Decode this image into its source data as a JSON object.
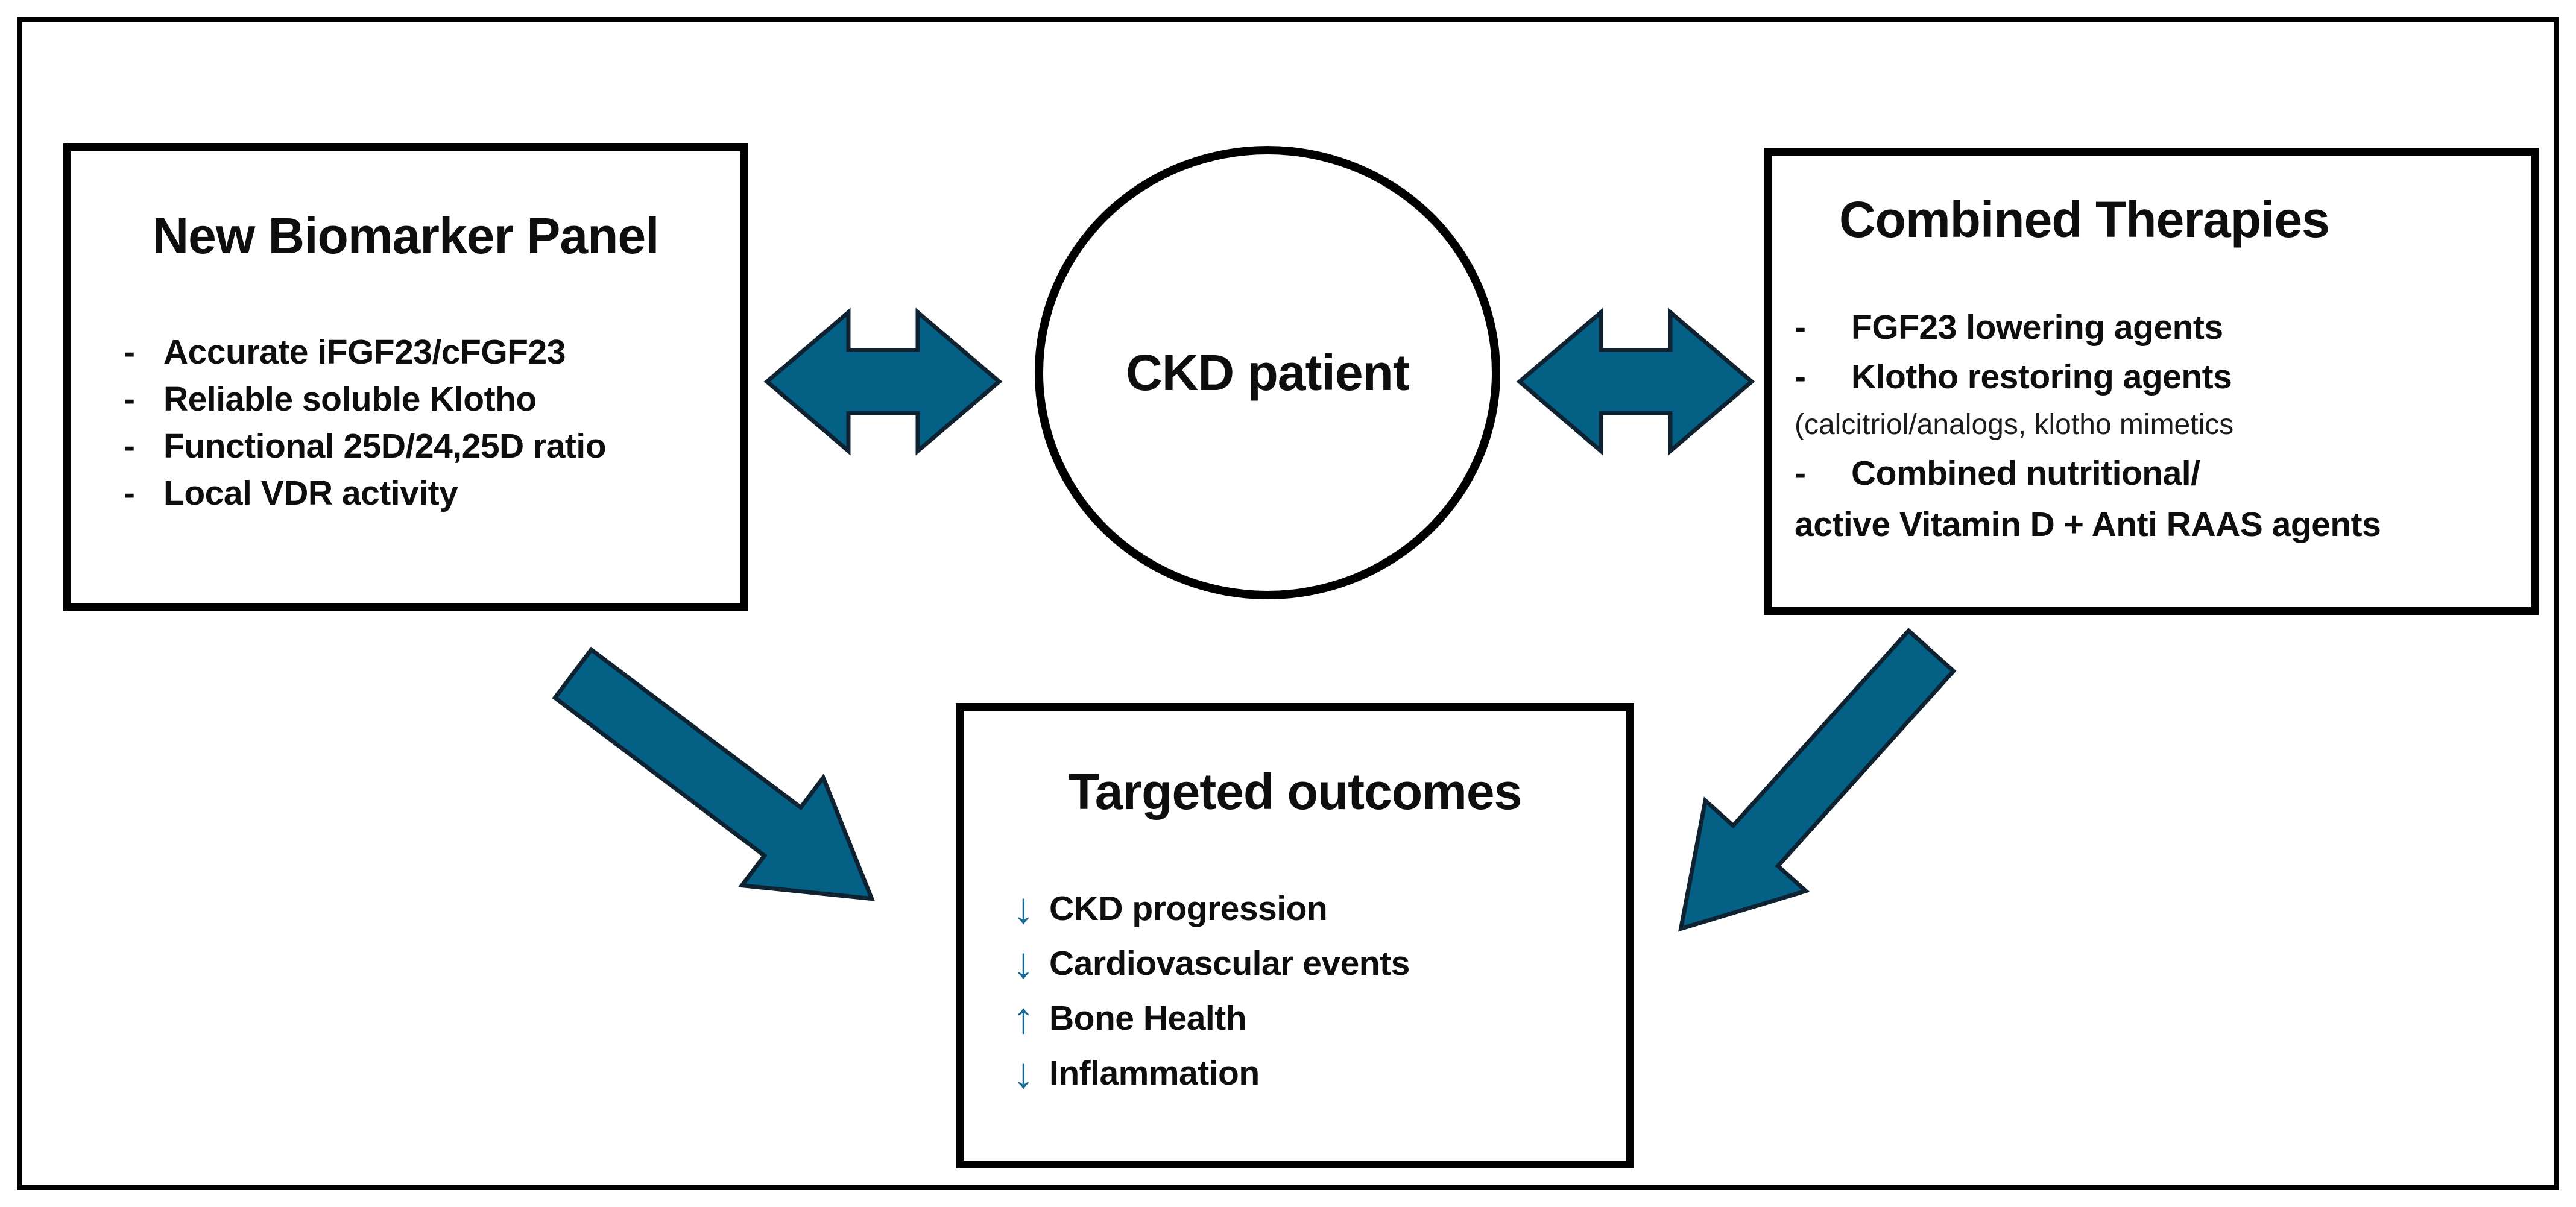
{
  "figure": {
    "biomarker_panel": {
      "title": "New Biomarker Panel",
      "bullet_char": "-",
      "items": [
        "Accurate iFGF23/cFGF23",
        "Reliable soluble Klotho",
        "Functional 25D/24,25D ratio",
        "Local VDR activity"
      ]
    },
    "patient": {
      "label": "CKD patient"
    },
    "combined_therapies": {
      "title": "Combined Therapies",
      "bullet_char": "-",
      "item1": "FGF23 lowering agents",
      "item2": "Klotho restoring agents",
      "item2_sub": "(calcitriol/analogs, klotho mimetics",
      "item3_line1": "Combined nutritional/",
      "item3_line2": "active Vitamin D + Anti RAAS agents"
    },
    "targeted_outcomes": {
      "title": "Targeted outcomes",
      "items": [
        {
          "arrow": "↓",
          "direction": "down",
          "label": "CKD progression"
        },
        {
          "arrow": "↓",
          "direction": "down",
          "label": "Cardiovascular events"
        },
        {
          "arrow": "↑",
          "direction": "up",
          "label": "Bone Health"
        },
        {
          "arrow": "↓",
          "direction": "down",
          "label": "Inflammation"
        }
      ]
    },
    "colors": {
      "arrow_fill": "#056086",
      "arrow_stroke": "#0e2231",
      "outcome_arrow_color": "#166a93",
      "border_color": "#000000",
      "background": "#ffffff"
    }
  }
}
